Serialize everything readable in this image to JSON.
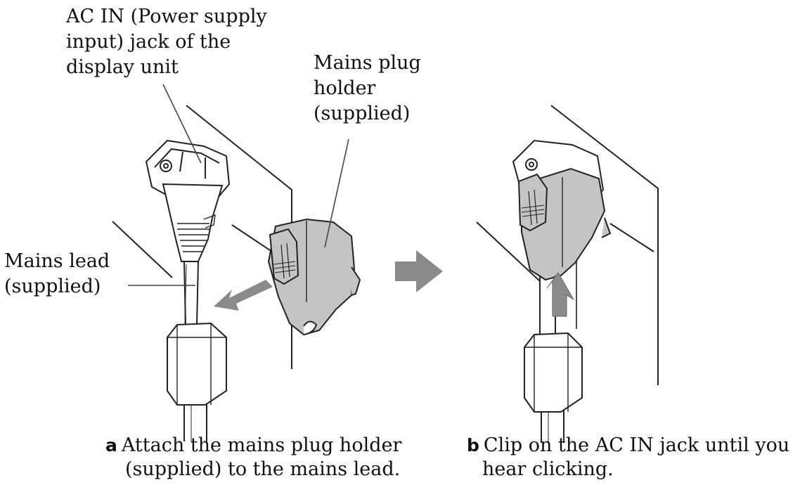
{
  "labels": {
    "ac_in_jack": [
      "AC IN (Power supply",
      "input) jack of the",
      "display unit"
    ],
    "mains_plug_holder": [
      "Mains plug",
      "holder",
      "(supplied)"
    ],
    "mains_lead": [
      "Mains lead",
      "(supplied)"
    ]
  },
  "captions": {
    "a": {
      "letter": "a",
      "line1": "Attach the mains plug holder",
      "line2": "(supplied) to the mains lead."
    },
    "b": {
      "letter": "b",
      "line1": "Clip on the AC  IN jack until you",
      "line2": "hear clicking."
    }
  },
  "colors": {
    "line": "#222222",
    "fill_gray": "#c4c4c4",
    "arrow_gray": "#8a8a8a",
    "background": "#ffffff"
  }
}
